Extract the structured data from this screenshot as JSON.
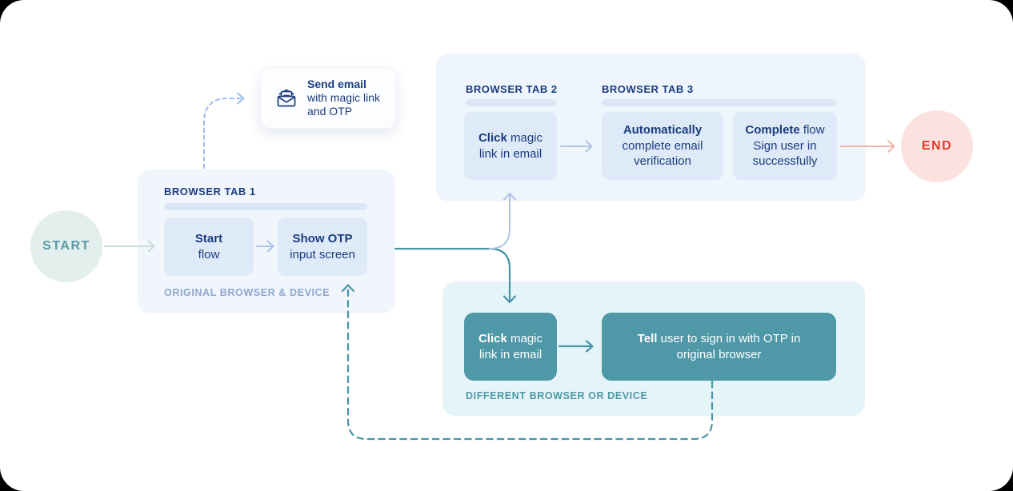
{
  "colors": {
    "navy_text": "#1a3c7e",
    "blue_container_bg": "#eff5fc",
    "blue_box_bg": "#dfeaf8",
    "tab_bar": "#dbe7f6",
    "muted_blue_label": "#8fa6cd",
    "teal": "#4e98a8",
    "teal_arrow": "#4895a6",
    "teal_container_bg": "#e5f4f8",
    "periwinkle_arrow": "#aec3e6",
    "periwinkle_dashed_arrow": "#9cbdf0",
    "sage_arrow": "#c7dcd6",
    "red_arrow": "#f2b3aa",
    "start_circle_bg": "#e2efec",
    "start_text": "#5b98a8",
    "end_circle_bg": "#fce2df",
    "end_text": "#e23a2e"
  },
  "start": {
    "label": "START"
  },
  "end": {
    "label": "END"
  },
  "send_email": {
    "icon": "open-envelope-icon",
    "line1_bold": "Send email",
    "line2": "with magic link",
    "line3": "and OTP"
  },
  "tab1": {
    "title": "BROWSER TAB 1",
    "box_start": {
      "line1_bold": "Start",
      "line2": "flow"
    },
    "box_otp": {
      "line1_bold": "Show OTP",
      "line2": "input screen"
    },
    "footer": "ORIGINAL BROWSER & DEVICE"
  },
  "tab2": {
    "title": "BROWSER TAB 2",
    "box_click": {
      "line1_bold": "Click",
      "line1_rest": " magic",
      "line2": "link in email"
    }
  },
  "tab3": {
    "title": "BROWSER TAB 3",
    "box_auto": {
      "line1_bold": "Automatically",
      "line2": "complete email",
      "line3": "verification"
    },
    "box_complete": {
      "line1_bold": "Complete",
      "line1_rest": " flow",
      "line2": "Sign user in",
      "line3": "successfully"
    }
  },
  "different_device": {
    "box_click": {
      "line1_bold": "Click",
      "line1_rest": " magic",
      "line2": "link in email"
    },
    "box_tell": {
      "line1_bold": "Tell",
      "line1_rest": " user to sign in with OTP in",
      "line2": "original browser"
    },
    "footer": "DIFFERENT BROWSER OR DEVICE"
  }
}
